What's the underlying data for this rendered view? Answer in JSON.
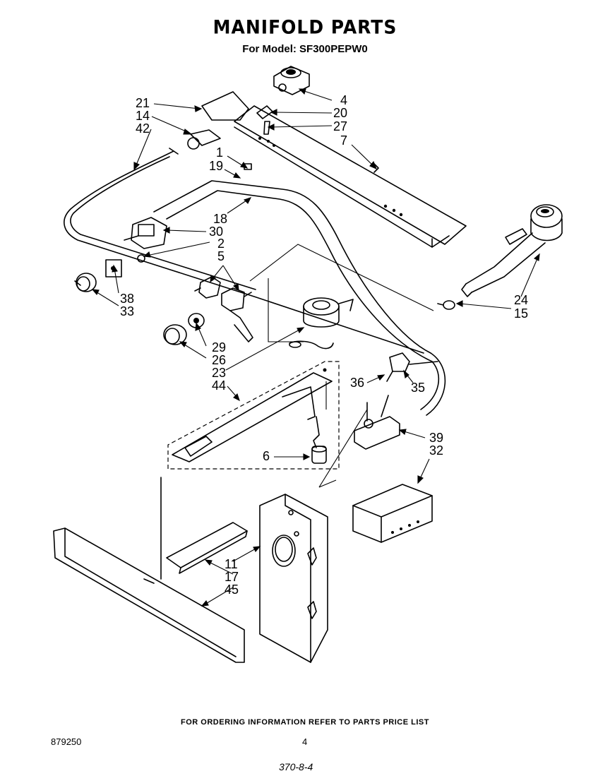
{
  "title": "MANIFOLD PARTS",
  "subtitle": "For Model: SF300PEPW0",
  "footer_note": "FOR ORDERING INFORMATION REFER TO PARTS PRICE LIST",
  "doc_number": "879250",
  "page_number": "4",
  "handwritten_code": "370-8-4",
  "callouts": {
    "c21": "21",
    "c14": "14",
    "c42": "42",
    "c4": "4",
    "c20": "20",
    "c27": "27",
    "c7": "7",
    "c1": "1",
    "c19": "19",
    "c18": "18",
    "c30": "30",
    "c2": "2",
    "c5": "5",
    "c38": "38",
    "c33": "33",
    "c29": "29",
    "c26": "26",
    "c23": "23",
    "c44": "44",
    "c24": "24",
    "c15": "15",
    "c36": "36",
    "c35": "35",
    "c39": "39",
    "c32": "32",
    "c6": "6",
    "c11": "11",
    "c17": "17",
    "c45": "45"
  }
}
